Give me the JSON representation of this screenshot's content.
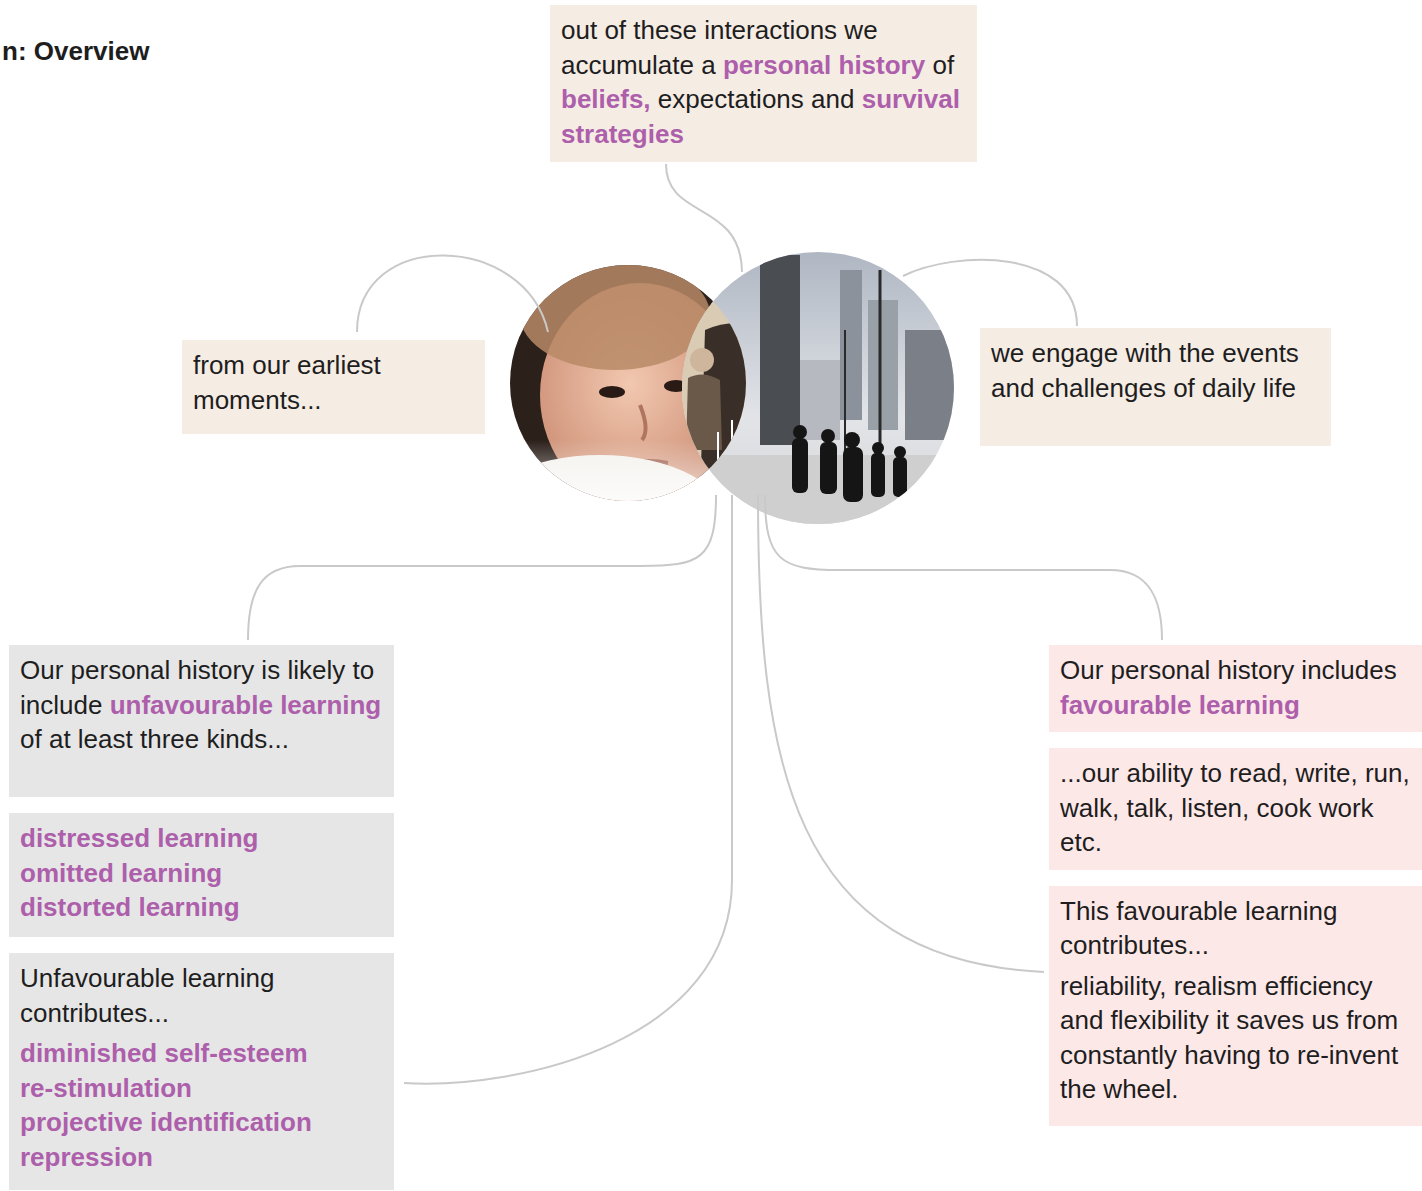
{
  "diagram": {
    "title": "n: Overview",
    "nodes": [
      {
        "text": [
          "out of these interactions we accumulate a personal history of beliefs, expectations and survival strategies"
        ]
      },
      {
        "text": [
          "from our earliest moments..."
        ]
      },
      {
        "text": [
          "we engage with the events and challenges of daily life"
        ]
      },
      {
        "text": [
          "Our personal history is likely to include unfavourable learning of at least three kinds..."
        ]
      },
      {
        "text": [
          "distressed learning",
          "omitted learning",
          "distorted learning"
        ]
      },
      {
        "text": [
          "Unfavourable learning contributes...",
          "diminished self-esteem",
          "re-stimulation",
          "projective identification",
          "repression"
        ]
      },
      {
        "text": [
          "Our personal history includes favourable learning"
        ]
      },
      {
        "text": [
          "...our ability to read, write, run, walk, talk, listen, cook work etc."
        ]
      },
      {
        "text": [
          "This favourable learning contributes...",
          "reliability, realism efficiency and flexibility it saves us from constantly having to re-invent the wheel."
        ]
      }
    ]
  }
}
